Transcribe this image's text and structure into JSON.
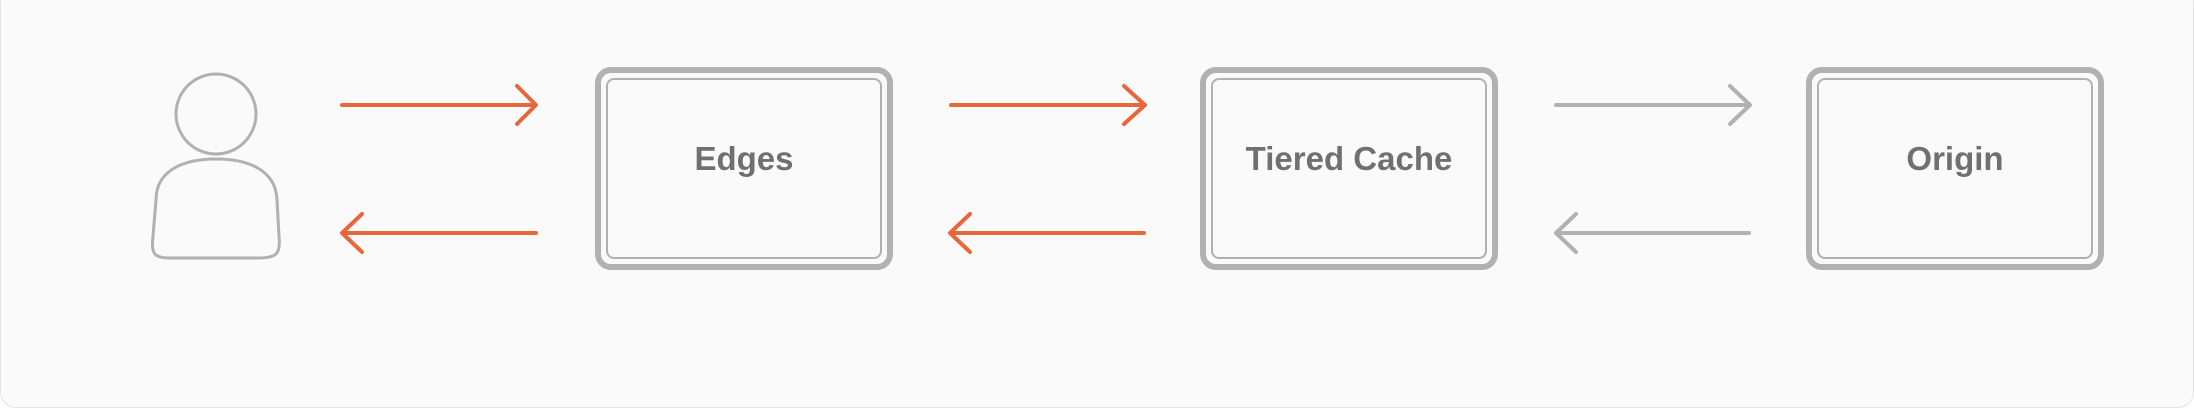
{
  "diagram": {
    "nodes": {
      "edges": {
        "label": "Edges"
      },
      "tiered_cache": {
        "label": "Tiered Cache"
      },
      "origin": {
        "label": "Origin"
      }
    },
    "colors": {
      "accent": "#e8673a",
      "neutral": "#b1b1b1",
      "text": "#707070",
      "background": "#fafafa"
    },
    "icons": {
      "user": "user-icon"
    }
  }
}
